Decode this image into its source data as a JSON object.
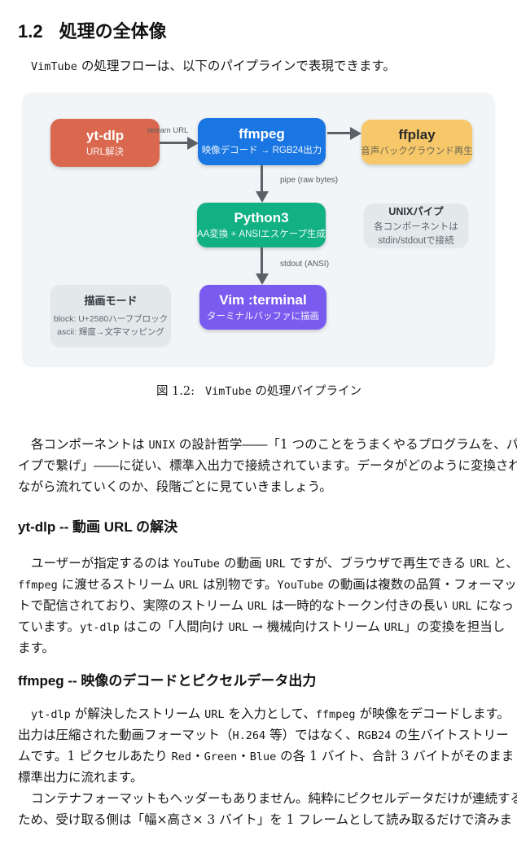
{
  "document": {
    "heading": {
      "number": "1.2",
      "title": "処理の全体像"
    },
    "intro_line": "`VimTube` の処理フローは、以下のパイプラインで表現できます。",
    "figure": {
      "caption_label": "図 1.2:",
      "caption_title": "`VimTube` の処理パイプライン",
      "colors": {
        "panel_bg": "#f2f5f7",
        "arrow": "#5b6166"
      },
      "nodes": {
        "ytdlp": {
          "title": "yt-dlp",
          "subtitle": "URL解決",
          "color": "#d9684e"
        },
        "ffmpeg": {
          "title": "ffmpeg",
          "subtitle": "映像デコード → RGB24出力",
          "color": "#1a76e2"
        },
        "ffplay": {
          "title": "ffplay",
          "subtitle": "音声バックグラウンド再生",
          "color": "#f7c869"
        },
        "python3": {
          "title": "Python3",
          "subtitle": "AA変換 + ANSIエスケープ生成",
          "color": "#12b183"
        },
        "unixpipe": {
          "title": "UNIXパイプ",
          "line1": "各コンポーネントは",
          "line2": "stdin/stdoutで接続",
          "color": "#e3e8eb"
        },
        "drawmode": {
          "title": "描画モード",
          "line1": "block: U+2580ハーフブロック",
          "line2": "ascii: 輝度→文字マッピング",
          "color": "#e3e8eb"
        },
        "vim": {
          "title": "Vim :terminal",
          "subtitle": "ターミナルバッファに描画",
          "color": "#7a5bf0"
        }
      },
      "edge_labels": {
        "stream_url": "stream URL",
        "pipe_raw": "pipe (raw bytes)",
        "stdout_ansi": "stdout (ANSI)"
      }
    },
    "paragraphs": {
      "overview": [
        "各コンポーネントは `UNIX` の設計哲学――「1 つのことをうまくやるプログラムを、パ",
        "イプで繋げ」――に従い、標準入出力で接続されています。データがどのように変換され",
        "ながら流れていくのか、段階ごとに見ていきましょう。"
      ],
      "ytdlp_heading": "yt-dlp -- 動画 URL の解決",
      "ytdlp": [
        "ユーザーが指定するのは `YouTube` の動画 `URL` ですが、ブラウザで再生できる `URL` と、",
        "`ffmpeg` に渡せるストリーム `URL` は別物です。`YouTube` の動画は複数の品質・フォーマッ",
        "トで配信されており、実際のストリーム `URL` は一時的なトークン付きの長い `URL` になっ",
        "ています。`yt-dlp` はこの「人間向け `URL` → 機械向けストリーム `URL`」の変換を担当し",
        "ます。"
      ],
      "ffmpeg_heading": "ffmpeg -- 映像のデコードとピクセルデータ出力",
      "ffmpeg_1": [
        "`yt-dlp` が解決したストリーム `URL` を入力として、`ffmpeg` が映像をデコードします。",
        "出力は圧縮された動画フォーマット（`H.264` 等）ではなく、`RGB24` の生バイトストリー",
        "ムです。1 ピクセルあたり `Red`・`Green`・`Blue` の各 1 バイト、合計 3 バイトがそのまま",
        "標準出力に流れます。"
      ],
      "ffmpeg_2": [
        "コンテナフォーマットもヘッダーもありません。純粋にピクセルデータだけが連続する",
        "ため、受け取る側は「幅×高さ× 3 バイト」を 1 フレームとして読み取るだけで済みま"
      ]
    }
  }
}
